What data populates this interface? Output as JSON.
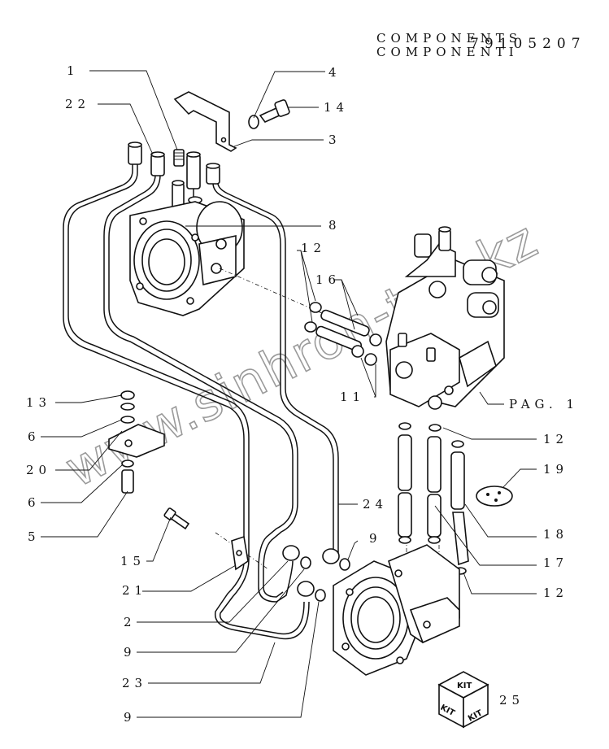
{
  "header": {
    "line1": "COMPONENTS",
    "line2": "COMPONENTI",
    "code": "79105207"
  },
  "watermark": "www.sinhron-too.kz",
  "kit_icon": {
    "top": "KIT",
    "left": "KIT",
    "right": "KIT"
  },
  "callouts": [
    {
      "id": "c1",
      "text": "1"
    },
    {
      "id": "c22",
      "text": "22"
    },
    {
      "id": "c4",
      "text": "4"
    },
    {
      "id": "c14",
      "text": "14"
    },
    {
      "id": "c3",
      "text": "3"
    },
    {
      "id": "c8",
      "text": "8"
    },
    {
      "id": "c12a",
      "text": "12"
    },
    {
      "id": "c16",
      "text": "16"
    },
    {
      "id": "c11",
      "text": "11"
    },
    {
      "id": "cpag",
      "text": "PAG. 1"
    },
    {
      "id": "c12b",
      "text": "12"
    },
    {
      "id": "c19",
      "text": "19"
    },
    {
      "id": "c24",
      "text": "24"
    },
    {
      "id": "c9a",
      "text": "9"
    },
    {
      "id": "c18",
      "text": "18"
    },
    {
      "id": "c17",
      "text": "17"
    },
    {
      "id": "c12c",
      "text": "12"
    },
    {
      "id": "c13",
      "text": "13"
    },
    {
      "id": "c6a",
      "text": "6"
    },
    {
      "id": "c20",
      "text": "20"
    },
    {
      "id": "c6b",
      "text": "6"
    },
    {
      "id": "c5",
      "text": "5"
    },
    {
      "id": "c15",
      "text": "15"
    },
    {
      "id": "c21",
      "text": "21"
    },
    {
      "id": "c2",
      "text": "2"
    },
    {
      "id": "c9b",
      "text": "9"
    },
    {
      "id": "c23",
      "text": "23"
    },
    {
      "id": "c9c",
      "text": "9"
    },
    {
      "id": "c25",
      "text": "25"
    }
  ]
}
